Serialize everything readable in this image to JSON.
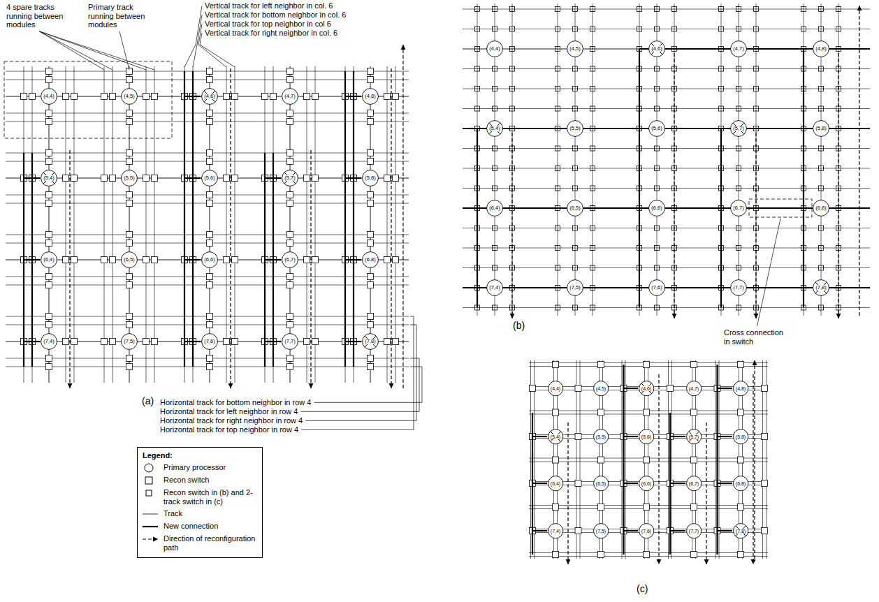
{
  "diagram": {
    "nodes": [
      {
        "text": [
          "(4,4)"
        ]
      },
      {
        "text": [
          "(4,5)"
        ]
      },
      {
        "text": [
          "(4,6)"
        ]
      },
      {
        "text": [
          "(4,7)"
        ]
      },
      {
        "text": [
          "(4,8)"
        ]
      },
      {
        "text": [
          "(5,4)"
        ]
      },
      {
        "text": [
          "(5,5)"
        ]
      },
      {
        "text": [
          "(5,6)"
        ]
      },
      {
        "text": [
          "(5,7)"
        ]
      },
      {
        "text": [
          "(5,8)"
        ]
      },
      {
        "text": [
          "(6,4)"
        ]
      },
      {
        "text": [
          "(6,5)"
        ]
      },
      {
        "text": [
          "(6,6)"
        ]
      },
      {
        "text": [
          "(6,7)"
        ]
      },
      {
        "text": [
          "(6,8)"
        ]
      },
      {
        "text": [
          "(7,4)"
        ]
      },
      {
        "text": [
          "(7,5)"
        ]
      },
      {
        "text": [
          "(7,6)"
        ]
      },
      {
        "text": [
          "(7,7)"
        ]
      },
      {
        "text": [
          "(7,8)"
        ]
      },
      {
        "text": [
          "(4,4)"
        ]
      },
      {
        "text": [
          "(4,5)"
        ]
      },
      {
        "text": [
          "(4,6)"
        ]
      },
      {
        "text": [
          "(4,7)"
        ]
      },
      {
        "text": [
          "(4,8)"
        ]
      },
      {
        "text": [
          "(5,4)"
        ]
      },
      {
        "text": [
          "(5,5)"
        ]
      },
      {
        "text": [
          "(5,6)"
        ]
      },
      {
        "text": [
          "(5,7)"
        ]
      },
      {
        "text": [
          "(5,8)"
        ]
      },
      {
        "text": [
          "(6,4)"
        ]
      },
      {
        "text": [
          "(6,5)"
        ]
      },
      {
        "text": [
          "(6,6)"
        ]
      },
      {
        "text": [
          "(6,7)"
        ]
      },
      {
        "text": [
          "(6,8)"
        ]
      },
      {
        "text": [
          "(7,4)"
        ]
      },
      {
        "text": [
          "(7,5)"
        ]
      },
      {
        "text": [
          "(7,6)"
        ]
      },
      {
        "text": [
          "(7,7)"
        ]
      },
      {
        "text": [
          "(7,8)"
        ]
      },
      {
        "text": [
          "(4,4)"
        ]
      },
      {
        "text": [
          "(4,5)"
        ]
      },
      {
        "text": [
          "(4,6)"
        ]
      },
      {
        "text": [
          "(4,7)"
        ]
      },
      {
        "text": [
          "(4,8)"
        ]
      },
      {
        "text": [
          "(5,4)"
        ]
      },
      {
        "text": [
          "(5,5)"
        ]
      },
      {
        "text": [
          "(5,6)"
        ]
      },
      {
        "text": [
          "(5,7)"
        ]
      },
      {
        "text": [
          "(5,8)"
        ]
      },
      {
        "text": [
          "(6,4)"
        ]
      },
      {
        "text": [
          "(6,5)"
        ]
      },
      {
        "text": [
          "(6,6)"
        ]
      },
      {
        "text": [
          "(6,7)"
        ]
      },
      {
        "text": [
          "(6,8)"
        ]
      },
      {
        "text": [
          "(7,4)"
        ]
      },
      {
        "text": [
          "(7,5)"
        ]
      },
      {
        "text": [
          "(7,6)"
        ]
      },
      {
        "text": [
          "(7,7)"
        ]
      },
      {
        "text": [
          "(7,8)"
        ]
      }
    ],
    "labels": [
      "4 spare tracks running between modules",
      "Primary track running between modules",
      "Vertical track for left neighbor in col. 6",
      "Vertical track for bottom neighbor in col. 6",
      "Vertical track for top neighbor in col 6",
      "Vertical track for right neighbor in col. 6",
      "(a)",
      "Horizontal track for bottom neighbor in row 4",
      "Horizontal track for left neighbor in row 4",
      "Horizontal track for right neighbor in row 4",
      "Horizontal track for top neighbor in row 4",
      "(b)",
      "Cross connection in switch",
      "(c)",
      "Legend:"
    ],
    "legend": [
      {
        "text": "Primary processor"
      },
      {
        "text": "Recon switch"
      },
      {
        "text": "Recon switch in (b) and 2-track switch in (c)"
      },
      {
        "text": "Track"
      },
      {
        "text": "New connection"
      },
      {
        "text": "Direction of reconfiguration path"
      }
    ]
  }
}
